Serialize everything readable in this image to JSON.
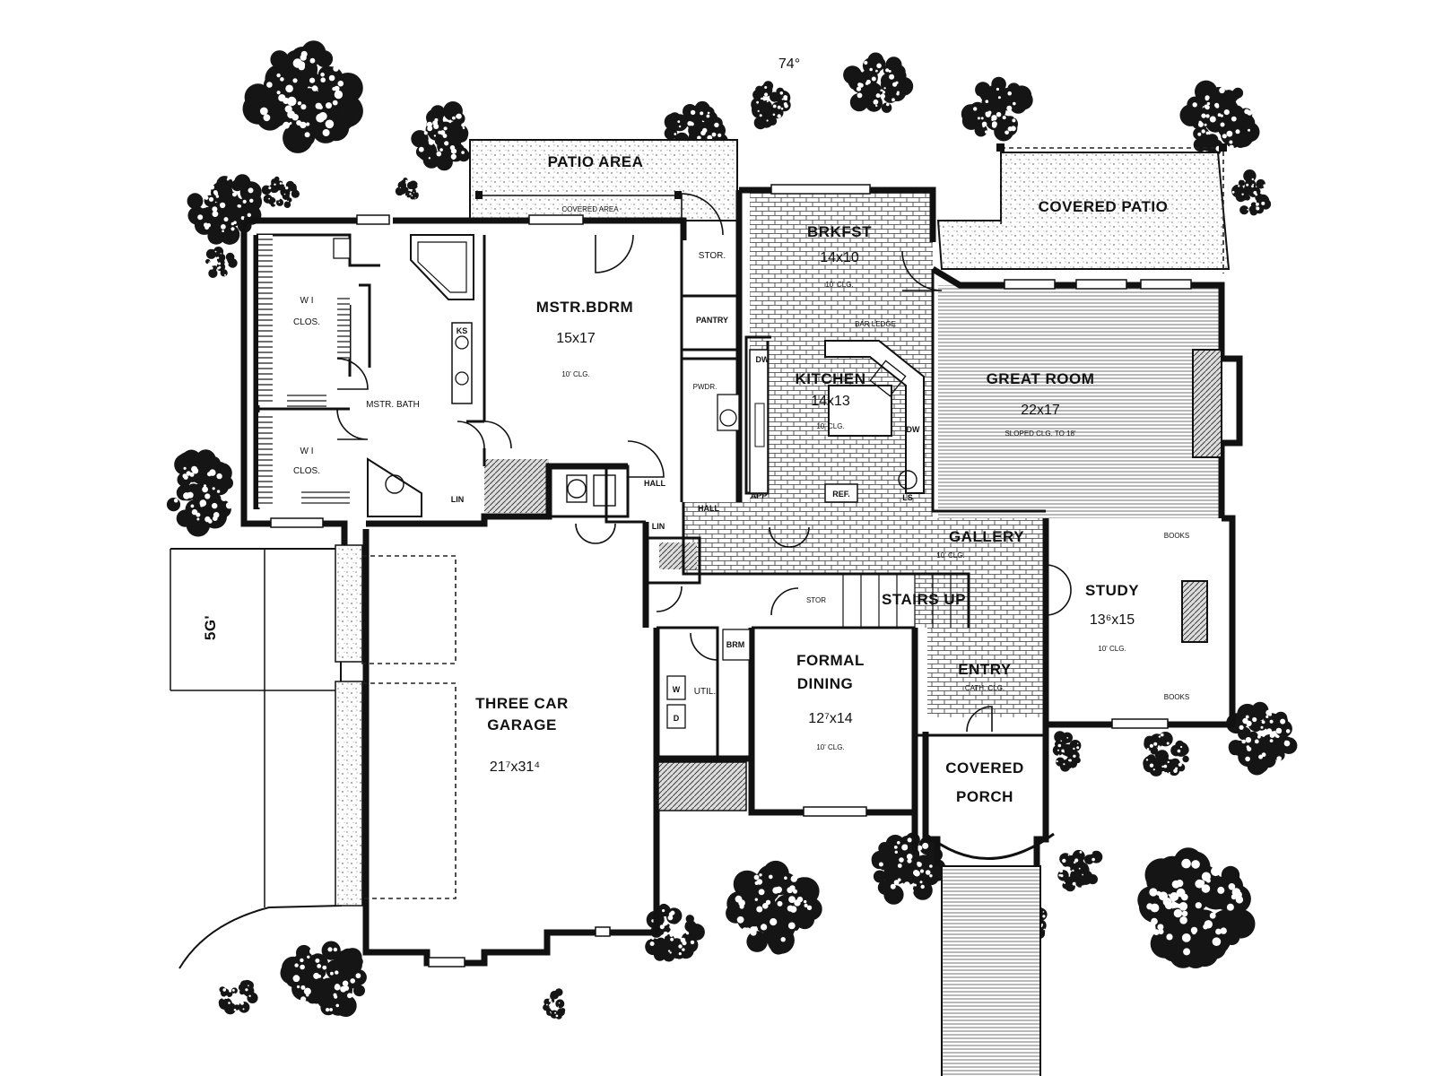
{
  "plan": {
    "compass_note": "74°",
    "rooms": {
      "patio_area": {
        "name": "PATIO AREA",
        "note": "COVERED AREA"
      },
      "covered_patio": {
        "name": "COVERED PATIO"
      },
      "brkfst": {
        "name": "BRKFST",
        "dim": "14x10",
        "note": "10' CLG."
      },
      "great_room": {
        "name": "GREAT ROOM",
        "dim": "22x17",
        "note": "SLOPED CLG. TO 18'"
      },
      "mstr_bdrm": {
        "name": "MSTR.BDRM",
        "dim": "15x17",
        "note": "10' CLG."
      },
      "mstr_bath": {
        "name": "MSTR. BATH"
      },
      "wi_clos_1": {
        "name_line1": "W I",
        "name_line2": "CLOS."
      },
      "wi_clos_2": {
        "name_line1": "W I",
        "name_line2": "CLOS."
      },
      "kitchen": {
        "name": "KITCHEN",
        "dim": "14x13",
        "note": "10' CLG."
      },
      "stor_1": {
        "name": "STOR."
      },
      "pantry": {
        "name": "PANTRY"
      },
      "gallery": {
        "name": "GALLERY",
        "note": "10' CLG."
      },
      "study": {
        "name": "STUDY",
        "dim": "13⁶x15",
        "note": "10' CLG."
      },
      "stairs": {
        "name": "STAIRS UP"
      },
      "stor_2": {
        "name": "STOR"
      },
      "entry": {
        "name": "ENTRY",
        "note": "CATH. CLG."
      },
      "formal_dining": {
        "name_line1": "FORMAL",
        "name_line2": "DINING",
        "dim": "12⁷x14",
        "note": "10' CLG."
      },
      "covered_porch": {
        "name_line1": "COVERED",
        "name_line2": "PORCH"
      },
      "garage": {
        "name_line1": "THREE CAR",
        "name_line2": "GARAGE",
        "dim": "21⁷x31⁴"
      },
      "hall_1": {
        "name": "HALL"
      },
      "hall_2": {
        "name": "HALL"
      },
      "util": {
        "name": "UTIL."
      },
      "side_note": {
        "text": "5G'"
      }
    },
    "fixtures": {
      "ks": "KS",
      "lin_1": "LIN",
      "lin_2": "LIN",
      "dw": "DW",
      "dw_2": "DW",
      "ref": "REF.",
      "app": "APP",
      "ls": "LS",
      "bar_ledge": "BAR LEDGE",
      "books_1": "BOOKS",
      "books_2": "BOOKS",
      "w": "W",
      "d": "D",
      "brm": "BRM",
      "pwdr": "PWDR."
    }
  }
}
